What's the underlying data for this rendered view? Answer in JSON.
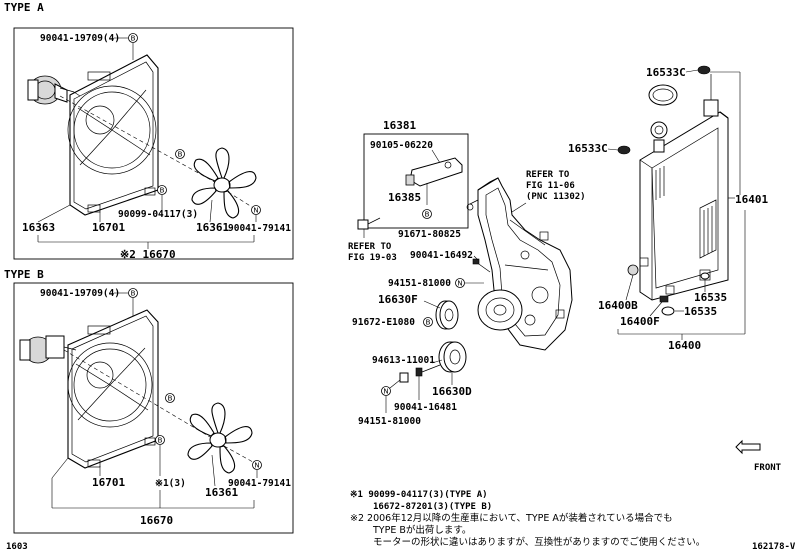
{
  "sections": {
    "type_a": {
      "title": "TYPE A"
    },
    "type_b": {
      "title": "TYPE B"
    }
  },
  "type_a_labels": {
    "bolt_top": "90041-19709(4)",
    "bolt_top_marker": "B",
    "shroud": "16363",
    "fan_assy": "16701",
    "fan_bolt": "90099-04117(3)",
    "fan": "16361",
    "nut": "90041-79141",
    "nut_marker": "N",
    "total": "※2 16670",
    "marker_b1": "B",
    "marker_b2": "B"
  },
  "type_b_labels": {
    "bolt_top": "90041-19709(4)",
    "bolt_top_marker": "B",
    "fan_assy": "16701",
    "fan_bolt": "※1(3)",
    "fan": "16361",
    "nut": "90041-79141",
    "nut_marker": "N",
    "total": "16670",
    "marker_b1": "B",
    "marker_b2": "B"
  },
  "center_labels": {
    "bracket_group": "16381",
    "bracket_bolt": "90105-06220",
    "bracket": "16385",
    "bracket_bolt2": "91671-80825",
    "bracket_marker": "B",
    "refer_a_line1": "REFER TO",
    "refer_a_line2": "FIG 19-03",
    "refer_b_line1": "REFER TO",
    "refer_b_line2": "FIG 11-06",
    "refer_b_line3": "(PNC 11302)",
    "stud": "90041-16492",
    "bolt_a": "94151-81000",
    "pulley_f": "16630F",
    "pulley_bolt": "91672-E1080",
    "bracket2": "94613-11001",
    "idler": "16630D",
    "idler_bolt": "90041-16481",
    "bolt_b": "94151-81000",
    "marker_n1": "N",
    "marker_n2": "N",
    "marker_b3": "B"
  },
  "radiator_labels": {
    "cap_top": "16533C",
    "cap_side": "16533C",
    "radiator": "16401",
    "drain_b": "16400B",
    "drain_f": "16400F",
    "plug_a": "16535",
    "plug_b": "16535",
    "assembly": "16400"
  },
  "front_label": "FRONT",
  "notes": {
    "note1_line1": "※1  90099-04117(3)(TYPE A)",
    "note1_line2": "16672-87201(3)(TYPE B)",
    "note2_line1": "※2  2006年12月以降の生産車において、TYPE Aが装着されている場合でも",
    "note2_line2": "TYPE Bが出荷します。",
    "note2_line3": "モーターの形状に違いはありますが、互換性がありますのでご使用ください。"
  },
  "footer": {
    "page": "1603",
    "figure_id": "162178-V"
  }
}
